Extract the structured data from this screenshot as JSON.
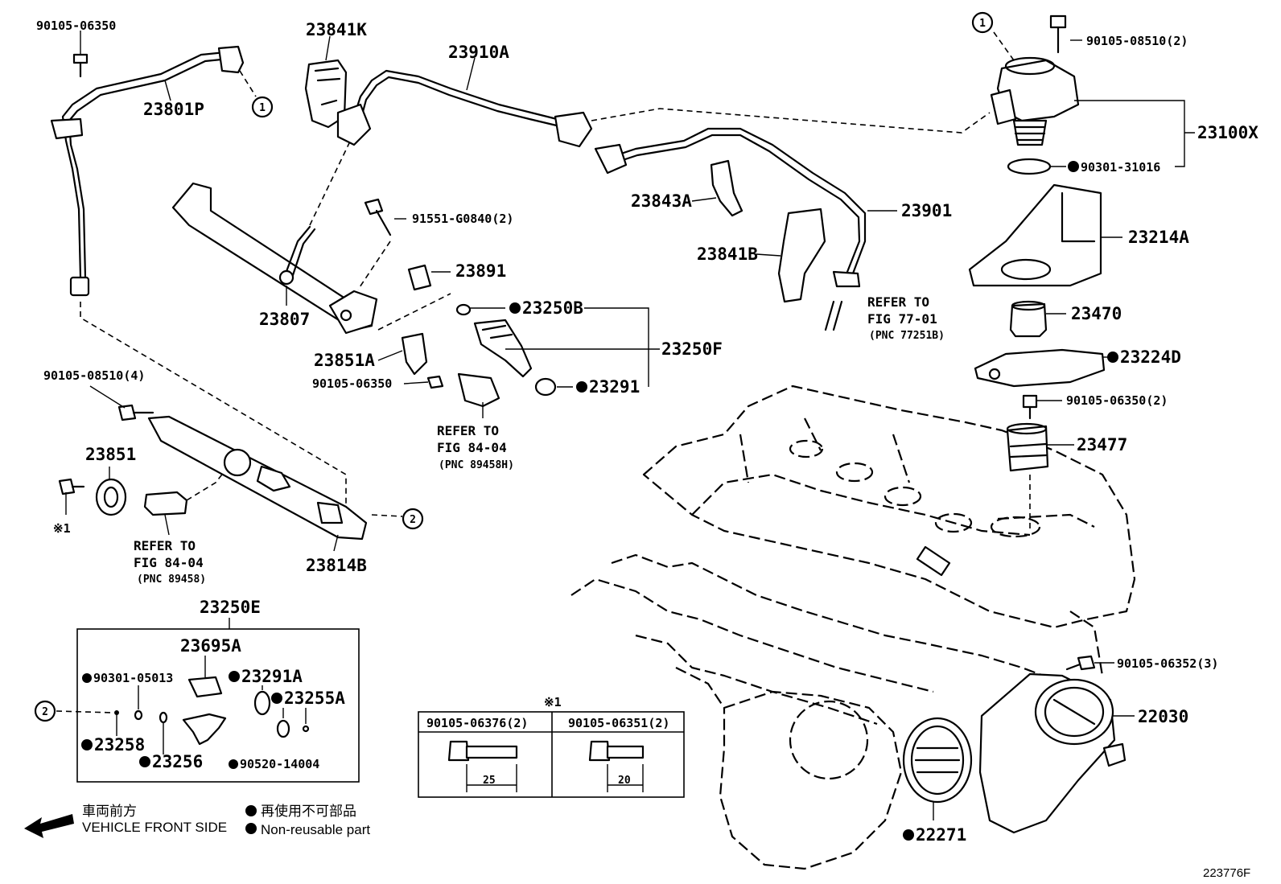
{
  "figure_id": "223776F",
  "callouts": {
    "c_9010506350_top": "90105-06350",
    "c_23801P": "23801P",
    "c_23841K": "23841K",
    "c_23910A": "23910A",
    "c_9010508510_2": "90105-08510(2)",
    "c_23100X": "23100X",
    "c_9030131016": "90301-31016",
    "c_23214A": "23214A",
    "c_23470": "23470",
    "c_23224D": "23224D",
    "c_9010506350_2": "90105-06350(2)",
    "c_23477": "23477",
    "c_23843A": "23843A",
    "c_23901": "23901",
    "c_23841B": "23841B",
    "c_91551G0840": "91551-G0840(2)",
    "c_23891": "23891",
    "c_23250B": "23250B",
    "c_23250F": "23250F",
    "c_23291": "23291",
    "c_23807": "23807",
    "c_23851A": "23851A",
    "c_9010506350_mid": "90105-06350",
    "c_9010508510_4": "90105-08510(4)",
    "c_23851": "23851",
    "c_23814B": "23814B",
    "c_note1": "※1",
    "c_23250E": "23250E",
    "c_23695A": "23695A",
    "c_9030105013": "90301-05013",
    "c_23291A": "23291A",
    "c_23255A": "23255A",
    "c_23258": "23258",
    "c_23256": "23256",
    "c_9052014004": "90520-14004",
    "c_9010506352": "90105-06352(3)",
    "c_22030": "22030",
    "c_22271": "22271",
    "circle_1": "1",
    "circle_2": "2"
  },
  "refs": [
    {
      "line1": "REFER TO",
      "line2": "FIG 77-01",
      "line3": "(PNC 77251B)"
    },
    {
      "line1": "REFER TO",
      "line2": "FIG 84-04",
      "line3": "(PNC 89458H)"
    },
    {
      "line1": "REFER TO",
      "line2": "FIG 84-04",
      "line3": "(PNC 89458)"
    }
  ],
  "bolt_table": {
    "note": "※1",
    "col1": {
      "part": "90105-06376(2)",
      "length": "25"
    },
    "col2": {
      "part": "90105-06351(2)",
      "length": "20"
    }
  },
  "legend": {
    "front_jp": "車両前方",
    "front_en": "VEHICLE FRONT SIDE",
    "nonreuse_jp": "再使用不可部品",
    "nonreuse_en": "Non-reusable part"
  }
}
